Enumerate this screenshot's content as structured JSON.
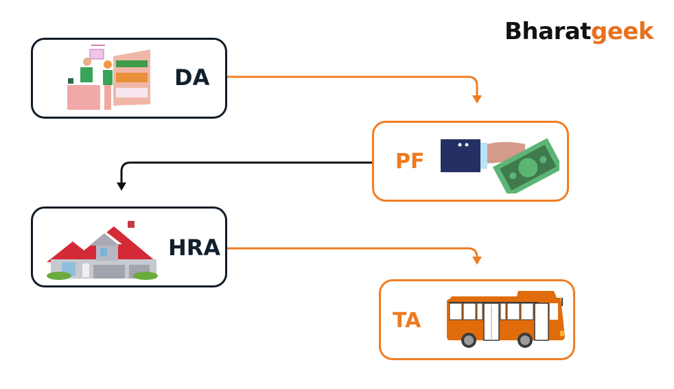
{
  "brand": {
    "part1": "Bharat",
    "part2": "geek",
    "colors": {
      "dark": "#111111",
      "accent": "#e8701d"
    }
  },
  "nodes": [
    {
      "id": "da",
      "label": "DA",
      "style": "dark",
      "icon": "shop-counter-icon"
    },
    {
      "id": "pf",
      "label": "PF",
      "style": "orange",
      "icon": "hand-money-icon"
    },
    {
      "id": "hra",
      "label": "HRA",
      "style": "dark",
      "icon": "house-icon"
    },
    {
      "id": "ta",
      "label": "TA",
      "style": "orange",
      "icon": "bus-icon"
    }
  ],
  "connectors": [
    {
      "from": "DA",
      "to": "PF",
      "color": "#f07c22"
    },
    {
      "from": "PF",
      "to": "HRA",
      "color": "#111111"
    },
    {
      "from": "HRA",
      "to": "TA",
      "color": "#f07c22"
    }
  ],
  "colors": {
    "dark_border": "#0f1b26",
    "orange_border": "#f07c22"
  }
}
